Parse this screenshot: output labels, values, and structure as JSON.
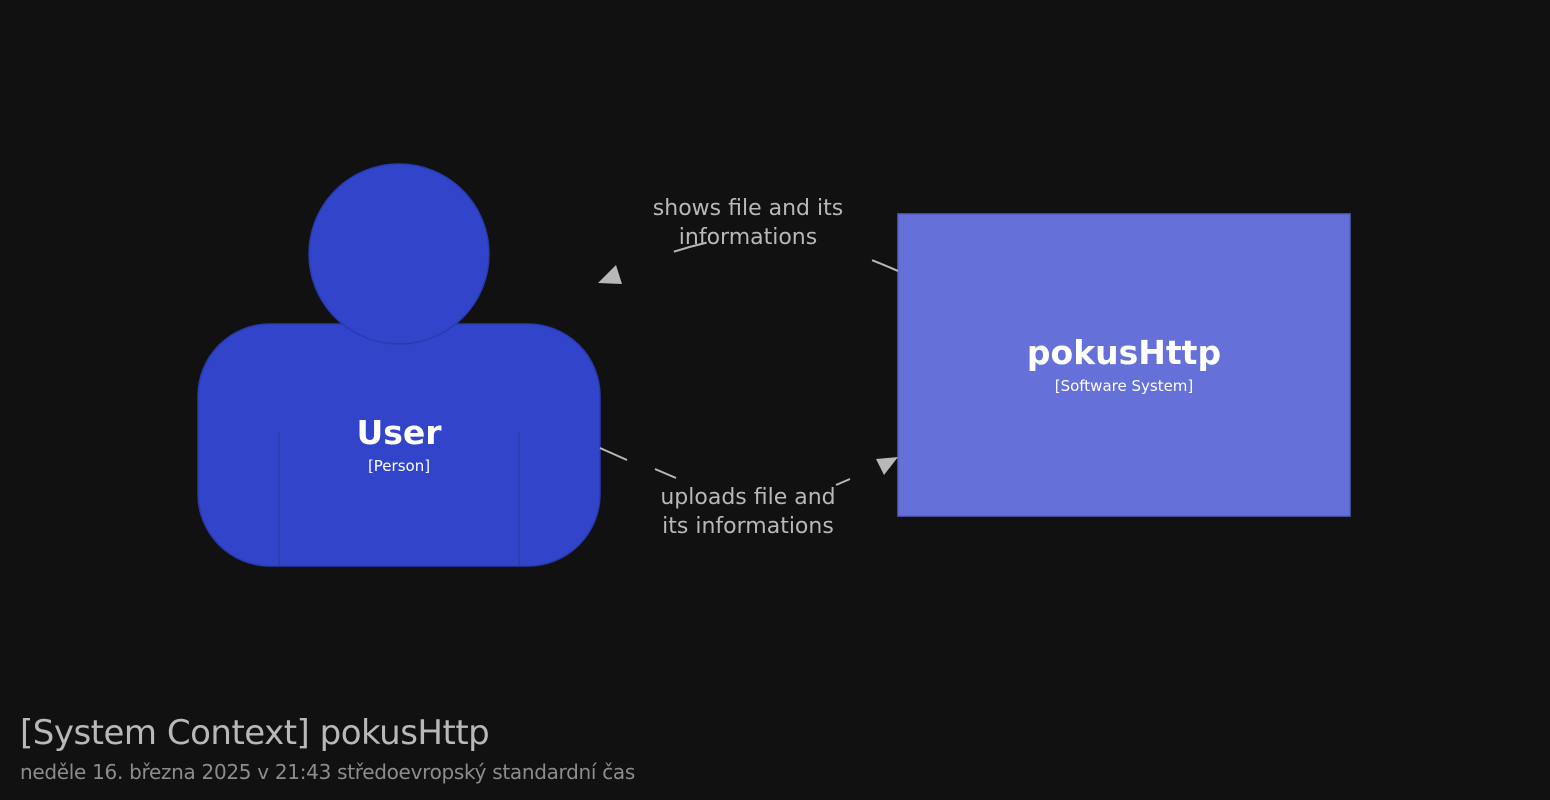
{
  "colors": {
    "background": "#111111",
    "person_fill": "#3144ca",
    "system_fill": "#6571d8",
    "edge": "#b8b8b8",
    "label_text": "#b8b8b8",
    "node_text": "#ffffff"
  },
  "person": {
    "name": "User",
    "type": "[Person]"
  },
  "system": {
    "name": "pokusHttp",
    "type": "[Software System]"
  },
  "relationships": [
    {
      "from": "pokusHttp",
      "to": "User",
      "label_line1": "shows file and its",
      "label_line2": "informations"
    },
    {
      "from": "User",
      "to": "pokusHttp",
      "label_line1": "uploads file and",
      "label_line2": "its informations"
    }
  ],
  "footer": {
    "title": "[System Context] pokusHttp",
    "timestamp": "neděle 16. března 2025 v 21:43 středoevropský standardní čas"
  }
}
